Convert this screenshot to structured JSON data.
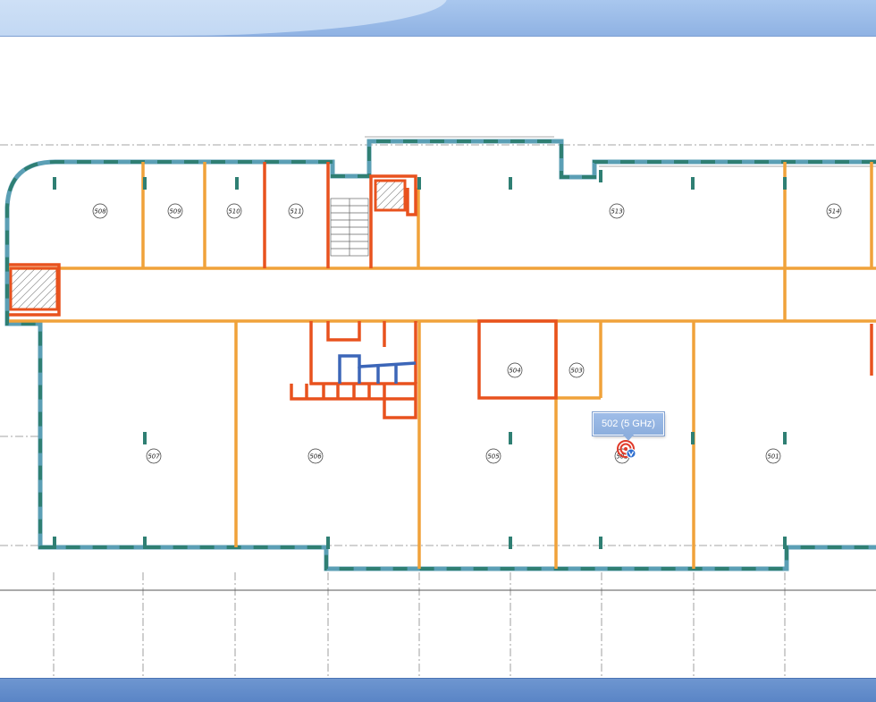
{
  "rooms": [
    {
      "label": "508"
    },
    {
      "label": "509"
    },
    {
      "label": "510"
    },
    {
      "label": "511"
    },
    {
      "label": "513"
    },
    {
      "label": "514"
    },
    {
      "label": "507"
    },
    {
      "label": "506"
    },
    {
      "label": "505"
    },
    {
      "label": "504"
    },
    {
      "label": "503"
    },
    {
      "label": "502"
    },
    {
      "label": "501"
    }
  ],
  "access_point": {
    "tooltip": "502 (5 GHz)",
    "icon": "wifi-access-point-icon"
  },
  "colors": {
    "exterior_wall": "#2f7f73",
    "glass_wall": "#5b9fb5",
    "interior_wall": "#f0a23a",
    "concrete_wall": "#e8521e",
    "metal_wall": "#3c66b8",
    "toolbar": "#9fbde8"
  }
}
